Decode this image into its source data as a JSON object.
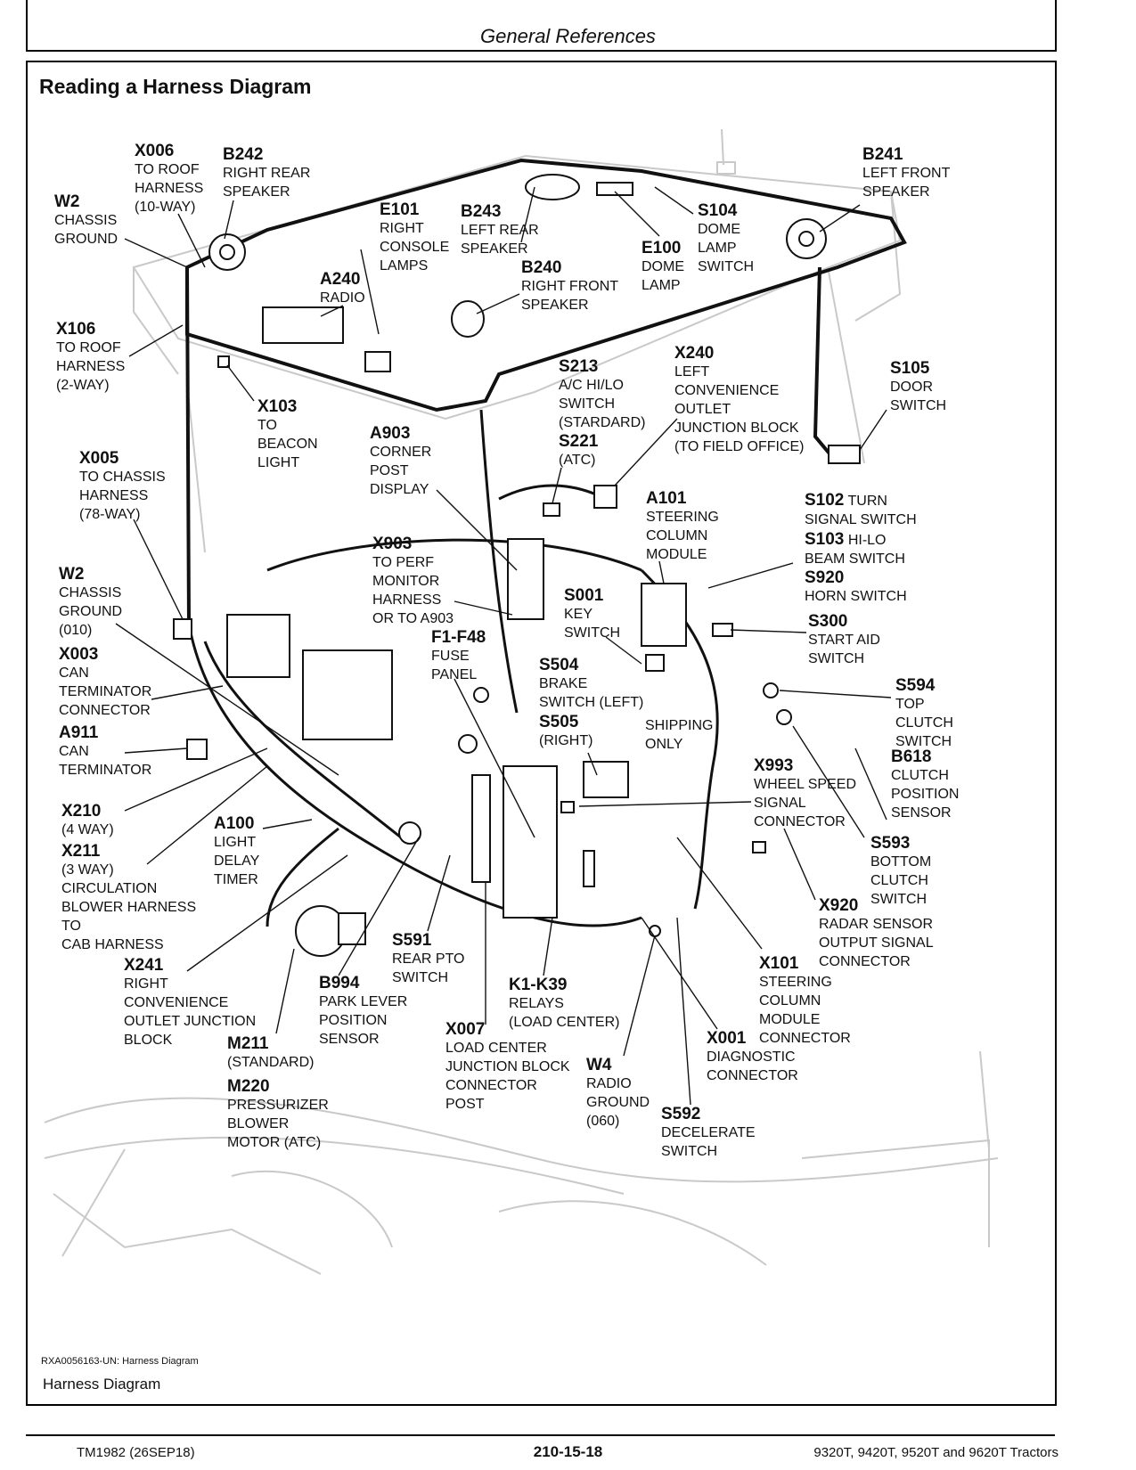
{
  "header": {
    "section_title": "General References"
  },
  "page_heading": "Reading a Harness Diagram",
  "callouts": [
    {
      "code": "X006",
      "lines": [
        "TO ROOF",
        "HARNESS",
        "(10-WAY)"
      ]
    },
    {
      "code": "B242",
      "lines": [
        "RIGHT REAR",
        "SPEAKER"
      ]
    },
    {
      "code": "W2",
      "lines": [
        "CHASSIS",
        "GROUND"
      ]
    },
    {
      "code": "E101",
      "lines": [
        "RIGHT",
        "CONSOLE",
        "LAMPS"
      ]
    },
    {
      "code": "B243",
      "lines": [
        "LEFT REAR",
        "SPEAKER"
      ]
    },
    {
      "code": "S104",
      "lines": [
        "DOME",
        "LAMP",
        "SWITCH"
      ]
    },
    {
      "code": "E100",
      "lines": [
        "DOME",
        "LAMP"
      ]
    },
    {
      "code": "B241",
      "lines": [
        "LEFT FRONT",
        "SPEAKER"
      ]
    },
    {
      "code": "A240",
      "lines": [
        "RADIO"
      ]
    },
    {
      "code": "B240",
      "lines": [
        "RIGHT FRONT",
        "SPEAKER"
      ]
    },
    {
      "code": "X106",
      "lines": [
        "TO ROOF",
        "HARNESS",
        "(2-WAY)"
      ]
    },
    {
      "code": "X240",
      "lines": [
        "LEFT",
        "CONVENIENCE",
        "OUTLET",
        "JUNCTION BLOCK",
        "(TO FIELD OFFICE)"
      ]
    },
    {
      "code": "S105",
      "lines": [
        "DOOR",
        "SWITCH"
      ]
    },
    {
      "code": "S213",
      "lines": [
        "A/C HI/LO",
        "SWITCH",
        "(STARDARD)"
      ]
    },
    {
      "code": "X103",
      "lines": [
        "TO",
        "BEACON",
        "LIGHT"
      ]
    },
    {
      "code": "S221",
      "lines": [
        "(ATC)"
      ]
    },
    {
      "code": "A903",
      "lines": [
        "CORNER",
        "POST",
        "DISPLAY"
      ]
    },
    {
      "code": "X005",
      "lines": [
        "TO CHASSIS",
        "HARNESS",
        "(78-WAY)"
      ]
    },
    {
      "code": "A101",
      "lines": [
        "STEERING",
        "COLUMN",
        "MODULE"
      ]
    },
    {
      "code": "S102",
      "inline": "TURN",
      "lines": [
        "SIGNAL SWITCH"
      ]
    },
    {
      "code": "S103",
      "inline": "HI-LO",
      "lines": [
        "BEAM SWITCH"
      ]
    },
    {
      "code": "S920",
      "lines": [
        "HORN SWITCH"
      ]
    },
    {
      "code": "X903",
      "lines": [
        "TO PERF",
        "MONITOR",
        "HARNESS",
        "OR TO A903"
      ]
    },
    {
      "code": "W2",
      "lines": [
        "CHASSIS",
        "GROUND",
        "(010)"
      ]
    },
    {
      "code": "S001",
      "lines": [
        "KEY",
        "SWITCH"
      ]
    },
    {
      "code": "S300",
      "lines": [
        "START AID",
        "SWITCH"
      ]
    },
    {
      "code": "X003",
      "lines": [
        "CAN",
        "TERMINATOR",
        "CONNECTOR"
      ]
    },
    {
      "code": "F1-F48",
      "lines": [
        "FUSE",
        "PANEL"
      ]
    },
    {
      "code": "S504",
      "lines": [
        "BRAKE",
        "SWITCH (LEFT)"
      ]
    },
    {
      "code": "",
      "lines": [
        "SHIPPING",
        "ONLY"
      ]
    },
    {
      "code": "S594",
      "lines": [
        "TOP",
        "CLUTCH",
        "SWITCH"
      ]
    },
    {
      "code": "A911",
      "lines": [
        "CAN",
        "TERMINATOR"
      ]
    },
    {
      "code": "S505",
      "lines": [
        "(RIGHT)"
      ]
    },
    {
      "code": "B618",
      "lines": [
        "CLUTCH",
        "POSITION",
        "SENSOR"
      ]
    },
    {
      "code": "X993",
      "lines": [
        "WHEEL SPEED",
        "SIGNAL",
        "CONNECTOR"
      ]
    },
    {
      "code": "X210",
      "lines": [
        "(4 WAY)"
      ]
    },
    {
      "code": "A100",
      "lines": [
        "LIGHT",
        "DELAY",
        "TIMER"
      ]
    },
    {
      "code": "S593",
      "lines": [
        "BOTTOM",
        "CLUTCH",
        "SWITCH"
      ]
    },
    {
      "code": "X211",
      "lines": [
        "(3 WAY)",
        "CIRCULATION",
        "BLOWER HARNESS",
        "TO",
        "CAB HARNESS"
      ]
    },
    {
      "code": "X920",
      "lines": [
        "RADAR SENSOR",
        "OUTPUT SIGNAL",
        "CONNECTOR"
      ]
    },
    {
      "code": "S591",
      "lines": [
        "REAR PTO",
        "SWITCH"
      ]
    },
    {
      "code": "X241",
      "lines": [
        "RIGHT",
        "CONVENIENCE",
        "OUTLET JUNCTION",
        "BLOCK"
      ]
    },
    {
      "code": "X101",
      "lines": [
        "STEERING",
        "COLUMN",
        "MODULE",
        "CONNECTOR"
      ]
    },
    {
      "code": "B994",
      "lines": [
        "PARK LEVER",
        "POSITION",
        "SENSOR"
      ]
    },
    {
      "code": "K1-K39",
      "lines": [
        "RELAYS",
        "(LOAD CENTER)"
      ]
    },
    {
      "code": "M211",
      "lines": [
        "(STANDARD)"
      ]
    },
    {
      "code": "X007",
      "lines": [
        "LOAD CENTER",
        "JUNCTION BLOCK",
        "CONNECTOR",
        "POST"
      ]
    },
    {
      "code": "X001",
      "lines": [
        "DIAGNOSTIC",
        "CONNECTOR"
      ]
    },
    {
      "code": "W4",
      "lines": [
        "RADIO",
        "GROUND",
        "(060)"
      ]
    },
    {
      "code": "M220",
      "lines": [
        "PRESSURIZER",
        "BLOWER",
        "MOTOR (ATC)"
      ]
    },
    {
      "code": "S592",
      "lines": [
        "DECELERATE",
        "SWITCH"
      ]
    }
  ],
  "figure": {
    "image_id": "RXA0056163-UN: Harness Diagram",
    "caption": "Harness Diagram"
  },
  "footer": {
    "left": "TM1982 (26SEP18)",
    "center": "210-15-18",
    "right": "9320T, 9420T, 9520T and 9620T Tractors"
  }
}
